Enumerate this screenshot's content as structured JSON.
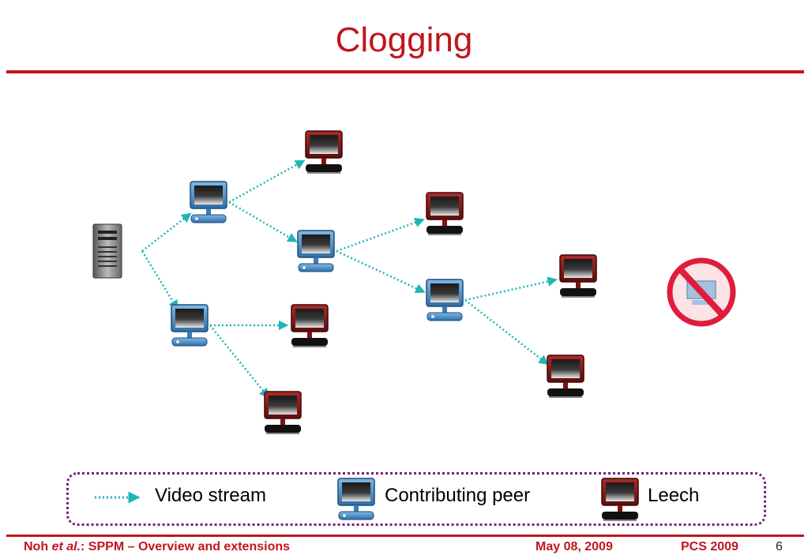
{
  "title": "Clogging",
  "legend": {
    "video_stream": "Video stream",
    "contributing_peer": "Contributing peer",
    "leech": "Leech"
  },
  "footer": {
    "author": "Noh",
    "etal": "et al.",
    "rest": ": SPPM – Overview and extensions",
    "date": "May 08, 2009",
    "venue": "PCS 2009",
    "page": "6"
  },
  "colors": {
    "accent": "#c0161e",
    "arrow": "#1fb5b8",
    "legend_border": "#7a1f7e",
    "peer_blue": "#4a8fc9",
    "leech_red": "#8b1a1a"
  },
  "icons": [
    "server-icon",
    "contributing-peer-icon",
    "leech-icon",
    "no-peer-icon"
  ],
  "diagram": {
    "nodes": [
      {
        "id": "server",
        "type": "server"
      },
      {
        "id": "p1",
        "type": "peer"
      },
      {
        "id": "p2",
        "type": "peer"
      },
      {
        "id": "p3",
        "type": "peer"
      },
      {
        "id": "p4",
        "type": "peer"
      },
      {
        "id": "l1",
        "type": "leech"
      },
      {
        "id": "l2",
        "type": "leech"
      },
      {
        "id": "l3",
        "type": "leech"
      },
      {
        "id": "l4",
        "type": "leech"
      },
      {
        "id": "l5",
        "type": "leech"
      },
      {
        "id": "l6",
        "type": "leech"
      }
    ],
    "edges": [
      [
        "server",
        "p1"
      ],
      [
        "server",
        "p2"
      ],
      [
        "p1",
        "l1"
      ],
      [
        "p1",
        "p3"
      ],
      [
        "p2",
        "l2"
      ],
      [
        "p2",
        "l3"
      ],
      [
        "p3",
        "l4"
      ],
      [
        "p3",
        "p4"
      ],
      [
        "p4",
        "l5"
      ],
      [
        "p4",
        "l6"
      ]
    ]
  }
}
